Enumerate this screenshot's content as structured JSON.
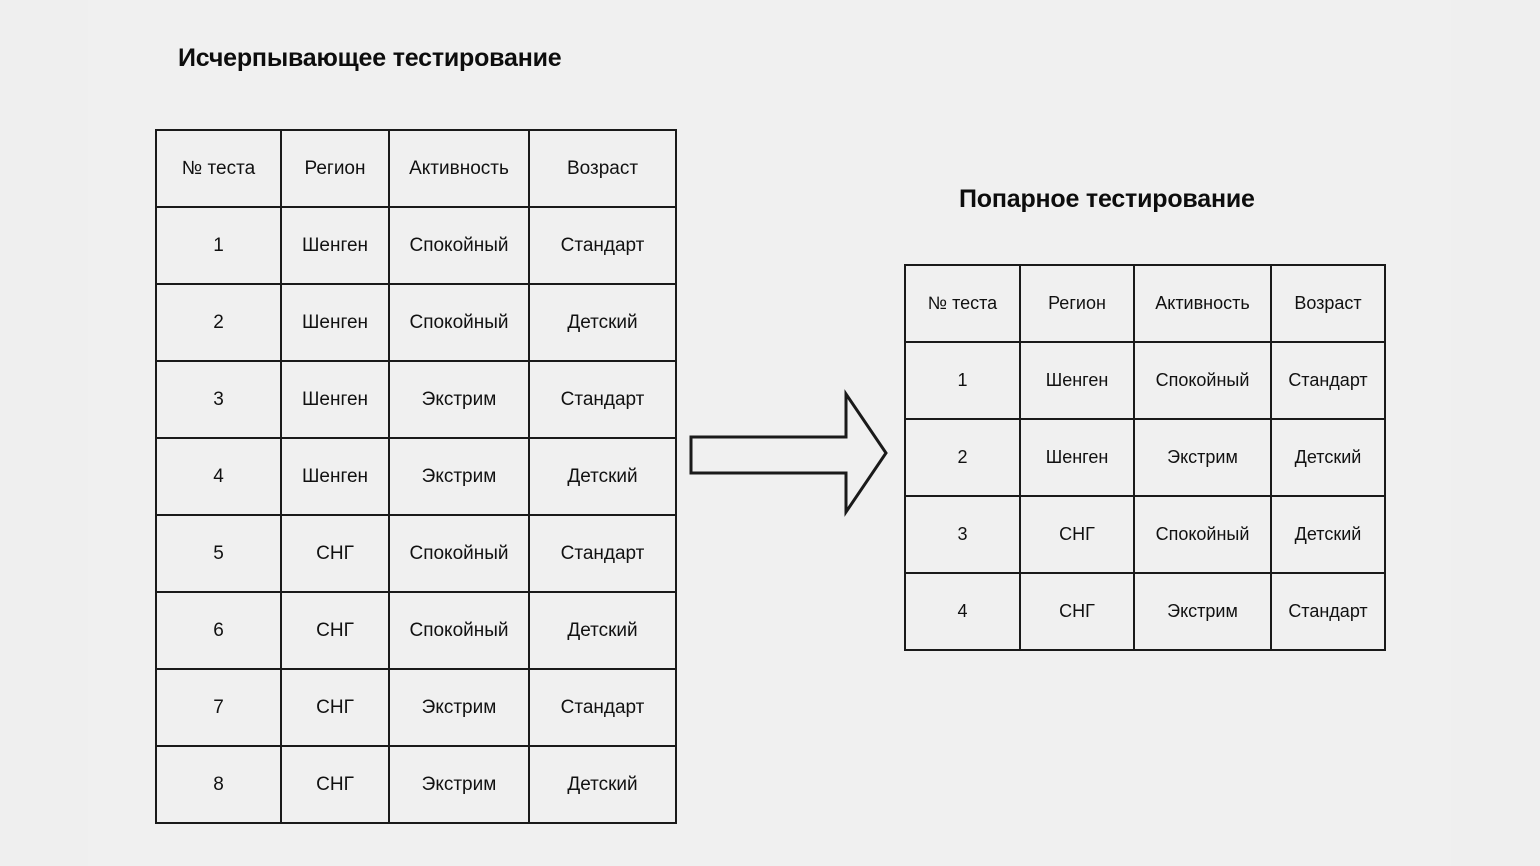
{
  "canvas": {
    "background": "#efefef",
    "panel_background": "#f0f0f0",
    "ink": "#111111",
    "border": "#1a1a1a"
  },
  "left_panel": {
    "title": "Исчерпывающее тестирование",
    "table": {
      "columns": [
        "№ теста",
        "Регион",
        "Активность",
        "Возраст"
      ],
      "rows": [
        [
          "1",
          "Шенген",
          "Спокойный",
          "Стандарт"
        ],
        [
          "2",
          "Шенген",
          "Спокойный",
          "Детский"
        ],
        [
          "3",
          "Шенген",
          "Экстрим",
          "Стандарт"
        ],
        [
          "4",
          "Шенген",
          "Экстрим",
          "Детский"
        ],
        [
          "5",
          "СНГ",
          "Спокойный",
          "Стандарт"
        ],
        [
          "6",
          "СНГ",
          "Спокойный",
          "Детский"
        ],
        [
          "7",
          "СНГ",
          "Экстрим",
          "Стандарт"
        ],
        [
          "8",
          "СНГ",
          "Экстрим",
          "Детский"
        ]
      ]
    }
  },
  "right_panel": {
    "title": "Попарное тестирование",
    "table": {
      "columns": [
        "№ теста",
        "Регион",
        "Активность",
        "Возраст"
      ],
      "rows": [
        [
          "1",
          "Шенген",
          "Спокойный",
          "Стандарт"
        ],
        [
          "2",
          "Шенген",
          "Экстрим",
          "Детский"
        ],
        [
          "3",
          "СНГ",
          "Спокойный",
          "Детский"
        ],
        [
          "4",
          "СНГ",
          "Экстрим",
          "Стандарт"
        ]
      ]
    }
  },
  "arrow": {
    "icon": "right-block-arrow-icon",
    "direction": "right",
    "stroke": "#1a1a1a",
    "fill": "none"
  }
}
